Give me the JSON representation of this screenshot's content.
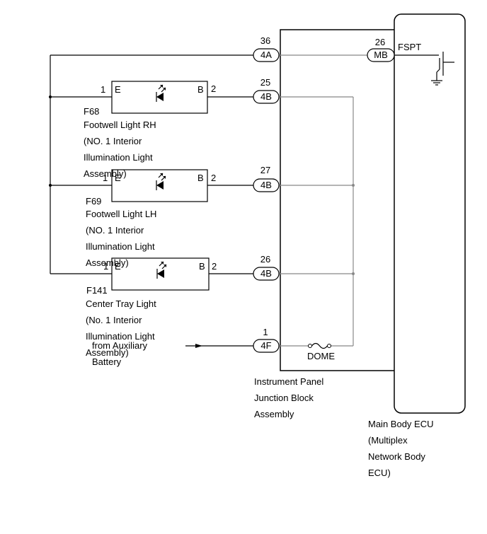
{
  "colors": {
    "wire": "#000000",
    "box_wire": "#888888",
    "background": "#ffffff"
  },
  "components": {
    "f68": {
      "code": "F68",
      "lines": [
        "Footwell Light RH",
        "(NO. 1 Interior",
        "Illumination Light",
        "Assembly)"
      ],
      "pin_left_num": "1",
      "pin_left_name": "E",
      "pin_right_name": "B",
      "pin_right_num": "2"
    },
    "f69": {
      "code": "F69",
      "lines": [
        "Footwell Light LH",
        "(NO. 1 Interior",
        "Illumination Light",
        "Assembly)"
      ],
      "pin_left_num": "1",
      "pin_left_name": "E",
      "pin_right_name": "B",
      "pin_right_num": "2"
    },
    "f141": {
      "code": "F141",
      "lines": [
        "Center Tray Light",
        "(No. 1 Interior",
        "Illumination Light",
        "Assembly)"
      ],
      "pin_left_num": "1",
      "pin_left_name": "E",
      "pin_right_name": "B",
      "pin_right_num": "2"
    }
  },
  "connectors": {
    "c36": {
      "pin": "36",
      "connector": "4A"
    },
    "c25": {
      "pin": "25",
      "connector": "4B"
    },
    "c27": {
      "pin": "27",
      "connector": "4B"
    },
    "c26b": {
      "pin": "26",
      "connector": "4B"
    },
    "c1": {
      "pin": "1",
      "connector": "4F"
    },
    "ecu": {
      "pin": "26",
      "connector": "MB",
      "signal": "FSPT"
    }
  },
  "fuse": {
    "label": "DOME"
  },
  "battery": {
    "lines": [
      "from Auxiliary",
      "Battery"
    ]
  },
  "junction_block": {
    "lines": [
      "Instrument Panel",
      "Junction Block",
      "Assembly"
    ]
  },
  "ecu_label": {
    "lines": [
      "Main Body ECU",
      "(Multiplex",
      "Network Body",
      "ECU)"
    ]
  }
}
